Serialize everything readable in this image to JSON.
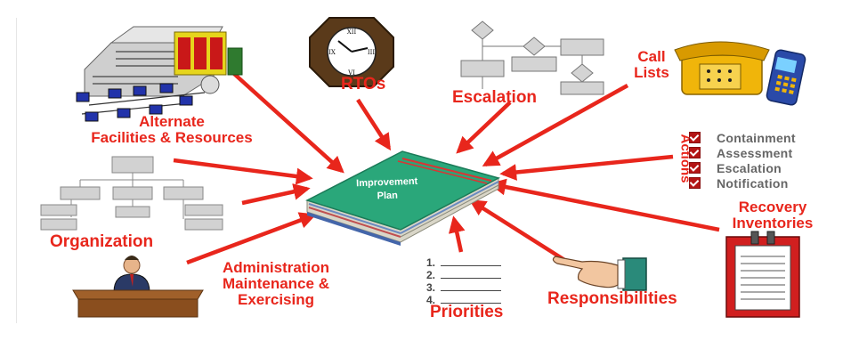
{
  "labels": {
    "alternate": "Alternate\nFacilities & Resources",
    "rtos": "RTOs",
    "escalation": "Escalation",
    "call_lists": "Call\nLists",
    "actions_title": "Actions",
    "organization": "Organization",
    "admin": "Administration\nMaintenance &\nExercising",
    "priorities": "Priorities",
    "responsibilities": "Responsibilities",
    "recovery": "Recovery\nInventories"
  },
  "book": {
    "title": "Improvement\nPlan"
  },
  "actions": [
    "Containment",
    "Assessment",
    "Escalation",
    "Notification"
  ],
  "priorities_list": [
    "1.",
    "2.",
    "3.",
    "4."
  ],
  "colors": {
    "label_red": "#e8261c",
    "arrow_red": "#e8261c",
    "book_cover": "#2aa77a",
    "action_text": "#666666"
  },
  "icons": [
    "building-network-icon",
    "clock-icon",
    "flowchart-icon",
    "telephone-icon",
    "mobile-phone-icon",
    "org-chart-icon",
    "businessman-desk-icon",
    "pointing-hand-icon",
    "clipboard-icon",
    "book-icon"
  ]
}
